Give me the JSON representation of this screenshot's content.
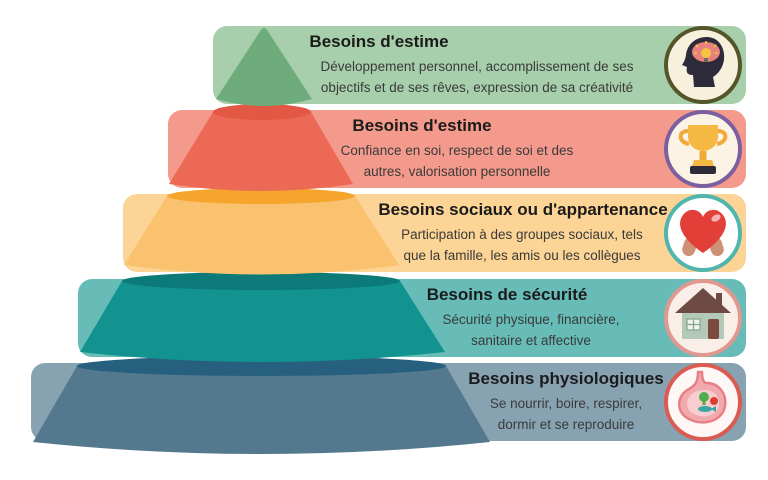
{
  "levels": [
    {
      "title": "Besoins d'estime",
      "description": [
        "Développement personnel, accomplissement de ses",
        "objectifs et de ses rêves, expression de sa créativité"
      ],
      "icon": "brain-idea",
      "colors": {
        "band": "#a8cfab",
        "face": "#6fac7c"
      },
      "icon_colors": {
        "ring": "#54562a",
        "bg": "#f6f0dc",
        "head": "#2d2a39",
        "brain": "#e8827c",
        "bulb": "#f6c445",
        "bulb_base": "#6b6b5a"
      }
    },
    {
      "title": "Besoins d'estime",
      "description": [
        "Confiance en soi, respect de soi et des",
        "autres, valorisation personnelle"
      ],
      "icon": "trophy",
      "colors": {
        "band": "#f49a8c",
        "face": "#ec6a55",
        "rim": "#e25844"
      },
      "icon_colors": {
        "ring": "#7b5fa0",
        "bg": "#fbf3e3",
        "cup": "#f5b843",
        "accent": "#f0a93a",
        "base": "#2e2a3a"
      }
    },
    {
      "title": "Besoins sociaux ou d'appartenance",
      "description": [
        "Participation à des groupes sociaux, tels",
        "que la famille, les amis ou les collègues"
      ],
      "icon": "heart-in-hands",
      "colors": {
        "band": "#fcd496",
        "face": "#fac26f",
        "rim": "#f5a52b"
      },
      "icon_colors": {
        "ring": "#4fb5ae",
        "bg": "#ffffff",
        "heart": "#e23f38",
        "hands": "#cf9176",
        "gloss": "#ffffff"
      }
    },
    {
      "title": "Besoins de sécurité",
      "description": [
        "Sécurité physique, financière,",
        "sanitaire et affective"
      ],
      "icon": "house",
      "colors": {
        "band": "#67bcb8",
        "face": "#12938f",
        "rim": "#0b7a78"
      },
      "icon_colors": {
        "ring": "#e09890",
        "bg": "#f9efe8",
        "roof": "#6d4a43",
        "wall": "#b3c8b8",
        "door": "#7a4a3d",
        "window": "#eef3ee",
        "frame": "#87a58e"
      }
    },
    {
      "title": "Besoins physiologiques",
      "description": [
        "Se nourrir, boire, respirer,",
        "dormir et se reproduire"
      ],
      "icon": "stomach",
      "colors": {
        "band": "#87a3b2",
        "face": "#54798e",
        "rim": "#27607e"
      },
      "icon_colors": {
        "ring": "#d95b52",
        "bg": "#fdf7f6",
        "organ": "#f2a9ad",
        "organ_outline": "#e87f87",
        "inner": "#f9cdd0",
        "broccoli": "#4fae4a",
        "apple": "#d93f35",
        "fish": "#35a8a2"
      }
    }
  ],
  "text_colors": {
    "title": "#1b1b1b",
    "description": "#3a3a3a"
  },
  "background": "#ffffff"
}
